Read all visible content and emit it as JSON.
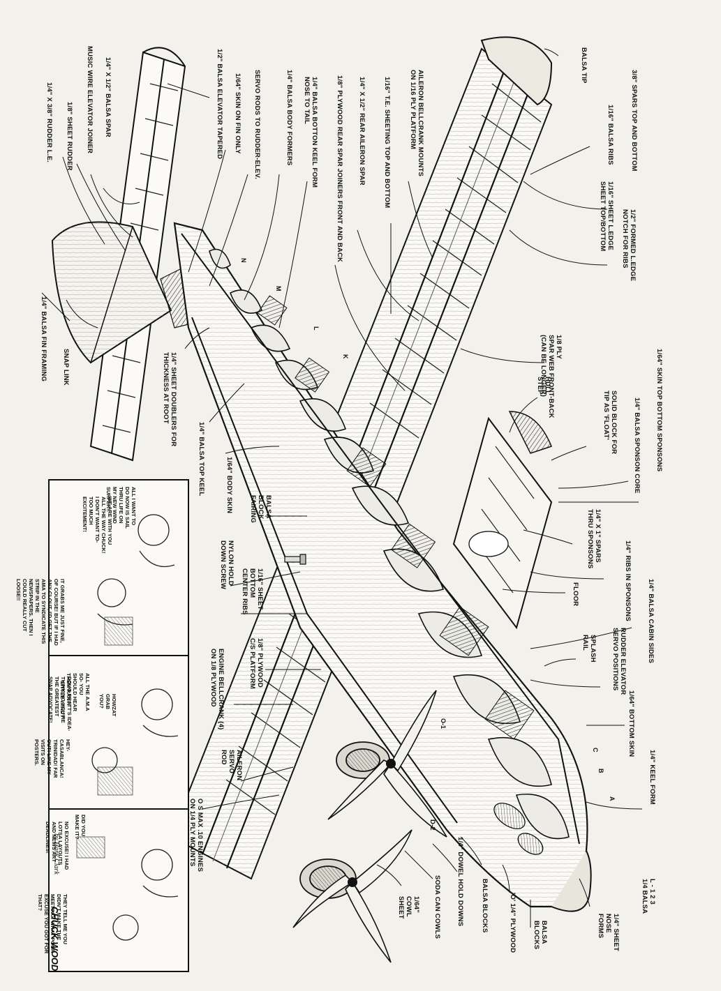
{
  "comic": {
    "title": "CHUCK WOOD",
    "credit": "by Hank Clark",
    "caption": "'LITTLE WINDY'",
    "balloons": [
      "THEY TELL ME YOU DIDN'T MAKE THE MEETING. WHAT POOR EXCUSE YOU GOT FOR THAT?",
      "NO EXCUSE! I HAD LOTSA LAYOUTS AND NEWS ART DEADLINES!",
      "DID YOU MAKE IT?",
      "HEY- CASABLANCA! TRINIDAD! FAR OUT! LIKE MY VISITS ON POSTERS.",
      "DOUG PRATT'S IDEA- THINKING YOU'RE THE GREATEST SNAP ADVOCATE!",
      "ALL THE A.M.A SO- YOU SHOULD HEAR THEM RANT!",
      "HOWZAT GRAB YOU?",
      "IT GRABS ME JUST FINE, OF COURSE! BUT IF I HAD ANY CLOUT, I'D GET THE AMA TO SYNDICATE THIS STRIP IN THE NEWSPAPERS. THEN I COULD REALLY CUT LOOSE!!",
      "WE ARE WITH YOU ALL THE WAY CHUCK! I DON'T WANT TO- TOO MUCH EXCITEMENT!",
      "ALL I WANT TO DO NOW IS SAIL THRU LIFE ON MY NEW WIND SURFER!!"
    ]
  },
  "labels": {
    "rudder_le": "1/4\" X 3/8\" RUDDER L.E.",
    "sheet_rudder": "1/8\" SHEET RUDDER",
    "music_wire": "MUSIC WIRE ELEVATOR JOINER",
    "balsa_spar": "1/4\" X 1/2\" BALSA SPAR",
    "elevator_tapered": "1/2\" BALSA ELEVATOR TAPERED",
    "skin_fin": "1/64\" SKIN ON FIN ONLY",
    "servo_rods": "SERVO RODS TO RUDDER-ELEV.",
    "body_formers": "1/4\" BALSA BODY FORMERS",
    "bottom_keel_1": "1/4\" BALSA BOTTON KEEL FORM",
    "bottom_keel_2": "NOSE TO TAIL",
    "spar_joiners": "1/8\" PLYWOOD REAR SPAR JOINERS FRONT AND BACK",
    "rear_aileron_spar": "1/4\" X 1/2\" REAR AILERON SPAR",
    "te_sheeting": "1/16\" T.E. SHEETING TOP AND BOTTOM",
    "bellcrank_mounts_1": "AILERON BELLCRANK MOUNTS",
    "bellcrank_mounts_2": "ON 1/16 PLY PLATFORM",
    "balsa_tip": "BALSA TIP",
    "balsa_ribs": "1/16\" BALSA RIBS",
    "spars_top_bottom": "3/8\" SPARS TOP AND BOTTOM",
    "sheet_le_1": "1/16\" SHEET L.EDGE",
    "sheet_le_2": "SHEET TOP/BOTTOM",
    "formed_le_1": "1/2\" FORMED L.EDGE",
    "formed_le_2": "NOTCH FOR RIBS",
    "ply_web_1": "1/8 PLY",
    "ply_web_2": "SPAR WEB FRONT-BACK",
    "ply_web_3": "(CAN BE LONGER)",
    "hull_step_1": "HULL",
    "hull_step_2": "STEP",
    "solid_block_1": "SOLID BLOCK FOR",
    "solid_block_2": "TIP AS 'FLOAT'",
    "sponson_core": "1/4\" BALSA SPONSON CORE",
    "skin_sponsons": "1/64\" SKIN TOP BOTTOM SPONSONS",
    "spars_sponsons_1": "1/4\" X 1\" SPARS",
    "spars_sponsons_2": "THRU SPONSONS",
    "ribs_sponsons": "1/4\" RIBS IN SPONSONS",
    "floor": "FLOOR",
    "cabin_sides": "1/4\" BALSA CABIN SIDES",
    "splash_rail_1": "SPLASH",
    "splash_rail_2": "RAIL",
    "servo_positions_1": "RUDDER ELEVATOR",
    "servo_positions_2": "SERVO POSITIONS",
    "bottom_skin": "1/64\" BOTTOM SKIN",
    "keel_form": "1/4\" KEEL FORM",
    "fin_framing": "1/4\" BALSA FIN FRAMING",
    "snap_link": "SNAP LINK",
    "sheet_doublers_1": "1/4\" SHEET DOUBLERS FOR",
    "sheet_doublers_2": "THICKNESS AT ROOT",
    "top_keel": "1/4\" BALSA TOP KEEL",
    "body_skin": "1/64\" BODY SKIN",
    "block_fairing_1": "BALSA",
    "block_fairing_2": "BLOCK",
    "block_fairing_3": "FAIRING",
    "hold_down_1": "NYLON HOLD",
    "hold_down_2": "DOWN SCREW",
    "center_ribs_1": "1/16\" SHEET",
    "center_ribs_2": "BOTTOM",
    "center_ribs_3": "CENTER RIBS",
    "cs_platform_1": "1/8\" PLYWOOD",
    "cs_platform_2": "C/S PLATFORM",
    "engine_bellcrank_1": "ENGINE BELLCRANK (4)",
    "engine_bellcrank_2": "ON 1/8 PLYWOOD",
    "aileron_servo_1": "AILERON",
    "aileron_servo_2": "SERVO",
    "aileron_servo_3": "ROD",
    "engines_1": "O S MAX .10 ENGINES",
    "engines_2": "ON 1/4 PLY MOUNTS",
    "d2": "D-2",
    "dowel_hold_downs": "1/4\" DOWEL HOLD DOWNS",
    "soda_can_cowls": "SODA CAN COWLS",
    "cowl_sheet_1": "1/64\"",
    "cowl_sheet_2": "COWL",
    "cowl_sheet_3": "SHEET",
    "balsa_blocks": "BALSA BLOCKS",
    "o_plywood": "'O' 1/4\" PLYWOOD",
    "balsa_blocks_nose_1": "BALSA",
    "balsa_blocks_nose_2": "BLOCKS",
    "nose_forms_1": "1/4\" SHEET",
    "nose_forms_2": "NOSE",
    "nose_forms_3": "FORMS",
    "l123_1": "L - 1 2 3",
    "l123_2": "1/4 BALSA",
    "former_a": "A",
    "former_b": "B",
    "former_c": "C",
    "former_k": "K",
    "former_l": "L",
    "former_m": "M",
    "former_n": "N",
    "former_o1": "O-1"
  }
}
